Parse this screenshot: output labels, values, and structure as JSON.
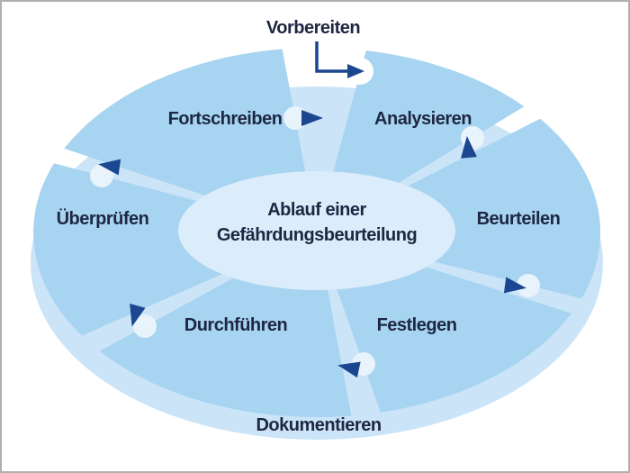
{
  "diagram": {
    "entry_label": "Vorbereiten",
    "center": {
      "line1": "Ablauf einer",
      "line2": "Gefährdungsbeurteilung"
    },
    "outer_band_label": "Dokumentieren",
    "segments": [
      {
        "label": "Analysieren"
      },
      {
        "label": "Beurteilen"
      },
      {
        "label": "Festlegen"
      },
      {
        "label": "Durchführen"
      },
      {
        "label": "Überprüfen"
      },
      {
        "label": "Fortschreiben"
      }
    ],
    "icons": {
      "flow_arrow": "triangle-arrow",
      "entry_arrow": "elbow-arrow"
    },
    "colors": {
      "background": "#ffffff",
      "frame": "#b0b0b0",
      "outer_ring": "#cbe4f8",
      "segment": "#a7d4f1",
      "inner_ellipse": "#dbecfb",
      "notch": "#e9f3fc",
      "arrow": "#1a478f",
      "label": "#1e2742"
    }
  }
}
